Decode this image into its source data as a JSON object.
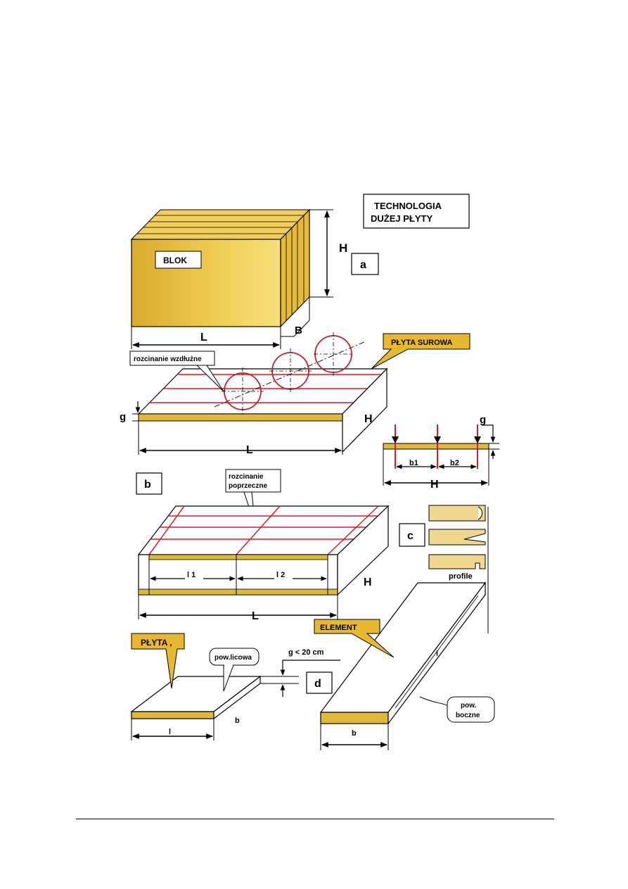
{
  "title": {
    "line1": "TECHNOLOGIA",
    "line2": "DUŻEJ PŁYTY"
  },
  "panels": {
    "a": "a",
    "b": "b",
    "c": "c",
    "d": "d"
  },
  "labels": {
    "blok": "BLOK",
    "plyta_surowa": "PŁYTA SUROWA",
    "rozcinanie_wzdluzne": "rozcinanie wzdłużne",
    "rozcinanie_poprzeczne_1": "rozcinanie",
    "rozcinanie_poprzeczne_2": "poprzeczne",
    "profile": "profile",
    "element": "ELEMENT",
    "plyta": "PŁYTA ,",
    "pow_licowa": "pow.licowa",
    "g_limit": "g < 20 cm",
    "pow_boczne_1": "pow.",
    "pow_boczne_2": "boczne"
  },
  "dims": {
    "H": "H",
    "L": "L",
    "B": "B",
    "g": "g",
    "b1": "b1",
    "b2": "b2",
    "l1": "l 1",
    "l2": "l 2",
    "l": "l",
    "b": "b"
  },
  "colors": {
    "block": "#e0b83a",
    "block_light": "#f4dc70",
    "cut_red": "#d0202a",
    "balloon": "#e8b830",
    "profile_fill": "#f0d890"
  }
}
